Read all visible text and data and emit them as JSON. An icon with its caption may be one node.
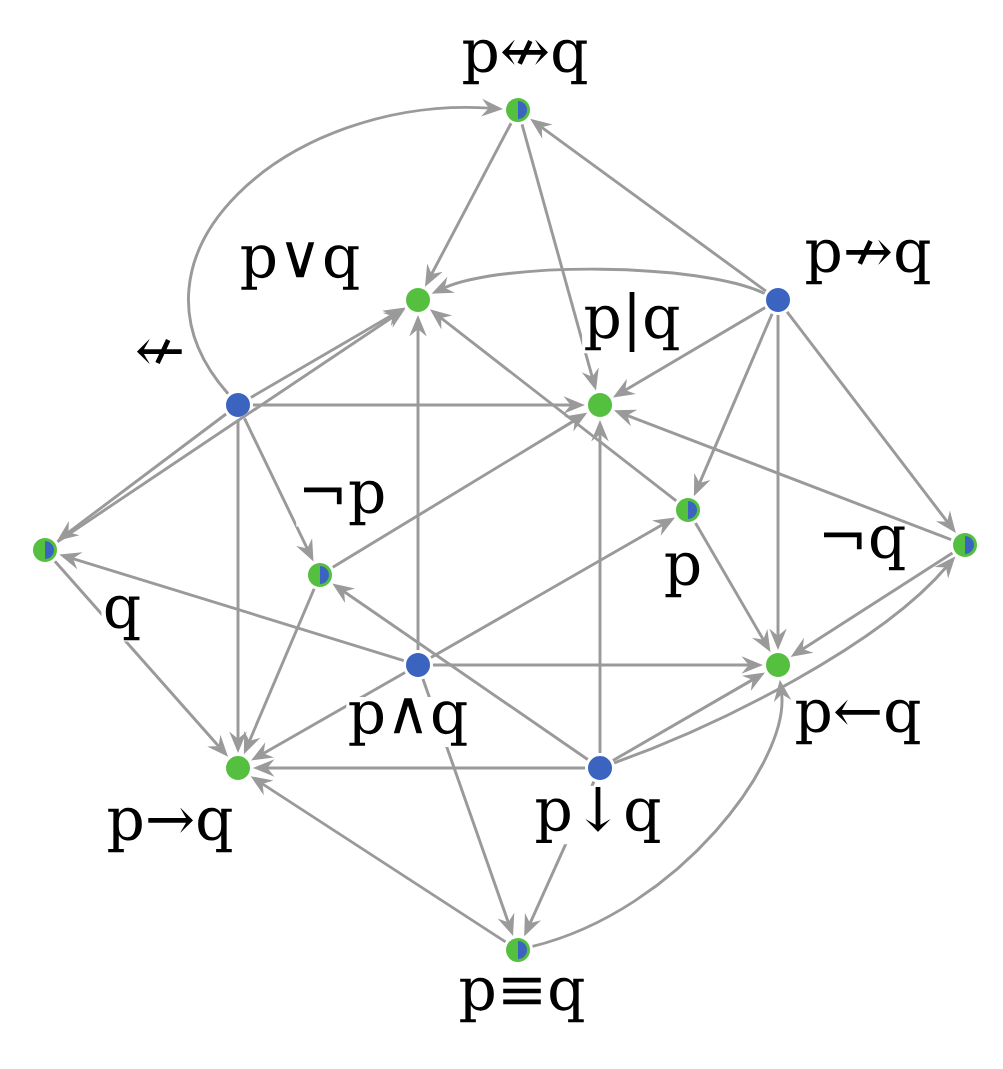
{
  "diagram": {
    "nodes": [
      {
        "text": [
          "p↮q"
        ]
      },
      {
        "text": [
          "p∨q"
        ]
      },
      {
        "text": [
          "p↛q"
        ]
      },
      {
        "text": [
          "p|q"
        ]
      },
      {
        "text": [
          "↚"
        ]
      },
      {
        "text": [
          "q"
        ]
      },
      {
        "text": [
          "¬p"
        ]
      },
      {
        "text": [
          "p"
        ]
      },
      {
        "text": [
          "¬q"
        ]
      },
      {
        "text": [
          "p∧q"
        ]
      },
      {
        "text": [
          "p←q"
        ]
      },
      {
        "text": [
          "p→q"
        ]
      },
      {
        "text": [
          "p↓q"
        ]
      },
      {
        "text": [
          "p≡q"
        ]
      }
    ],
    "edges": [
      {
        "from": 2,
        "to": 0,
        "arrow": "to"
      },
      {
        "from": 2,
        "to": 7,
        "arrow": "to"
      },
      {
        "from": 2,
        "to": 8,
        "arrow": "to"
      },
      {
        "from": 2,
        "to": 1,
        "arrow": "to"
      },
      {
        "from": 2,
        "to": 3,
        "arrow": "to"
      },
      {
        "from": 2,
        "to": 10,
        "arrow": "to"
      },
      {
        "from": 4,
        "to": 0,
        "arrow": "to"
      },
      {
        "from": 4,
        "to": 5,
        "arrow": "to"
      },
      {
        "from": 4,
        "to": 6,
        "arrow": "to"
      },
      {
        "from": 4,
        "to": 1,
        "arrow": "to"
      },
      {
        "from": 4,
        "to": 3,
        "arrow": "to"
      },
      {
        "from": 4,
        "to": 11,
        "arrow": "to"
      },
      {
        "from": 9,
        "to": 5,
        "arrow": "to"
      },
      {
        "from": 9,
        "to": 7,
        "arrow": "to"
      },
      {
        "from": 9,
        "to": 13,
        "arrow": "to"
      },
      {
        "from": 9,
        "to": 1,
        "arrow": "to"
      },
      {
        "from": 9,
        "to": 10,
        "arrow": "to"
      },
      {
        "from": 9,
        "to": 11,
        "arrow": "to"
      },
      {
        "from": 12,
        "to": 6,
        "arrow": "to"
      },
      {
        "from": 12,
        "to": 8,
        "arrow": "to"
      },
      {
        "from": 12,
        "to": 13,
        "arrow": "to"
      },
      {
        "from": 12,
        "to": 3,
        "arrow": "to"
      },
      {
        "from": 12,
        "to": 10,
        "arrow": "to"
      },
      {
        "from": 12,
        "to": 11,
        "arrow": "to"
      },
      {
        "from": 0,
        "to": 1,
        "arrow": "to"
      },
      {
        "from": 0,
        "to": 3,
        "arrow": "to"
      },
      {
        "from": 5,
        "to": 1,
        "arrow": "to"
      },
      {
        "from": 5,
        "to": 11,
        "arrow": "to"
      },
      {
        "from": 6,
        "to": 3,
        "arrow": "to"
      },
      {
        "from": 6,
        "to": 11,
        "arrow": "to"
      },
      {
        "from": 7,
        "to": 1,
        "arrow": "to"
      },
      {
        "from": 7,
        "to": 10,
        "arrow": "to"
      },
      {
        "from": 8,
        "to": 3,
        "arrow": "to"
      },
      {
        "from": 8,
        "to": 10,
        "arrow": "to"
      },
      {
        "from": 13,
        "to": 10,
        "arrow": "to"
      },
      {
        "from": 13,
        "to": 11,
        "arrow": "to"
      }
    ]
  }
}
